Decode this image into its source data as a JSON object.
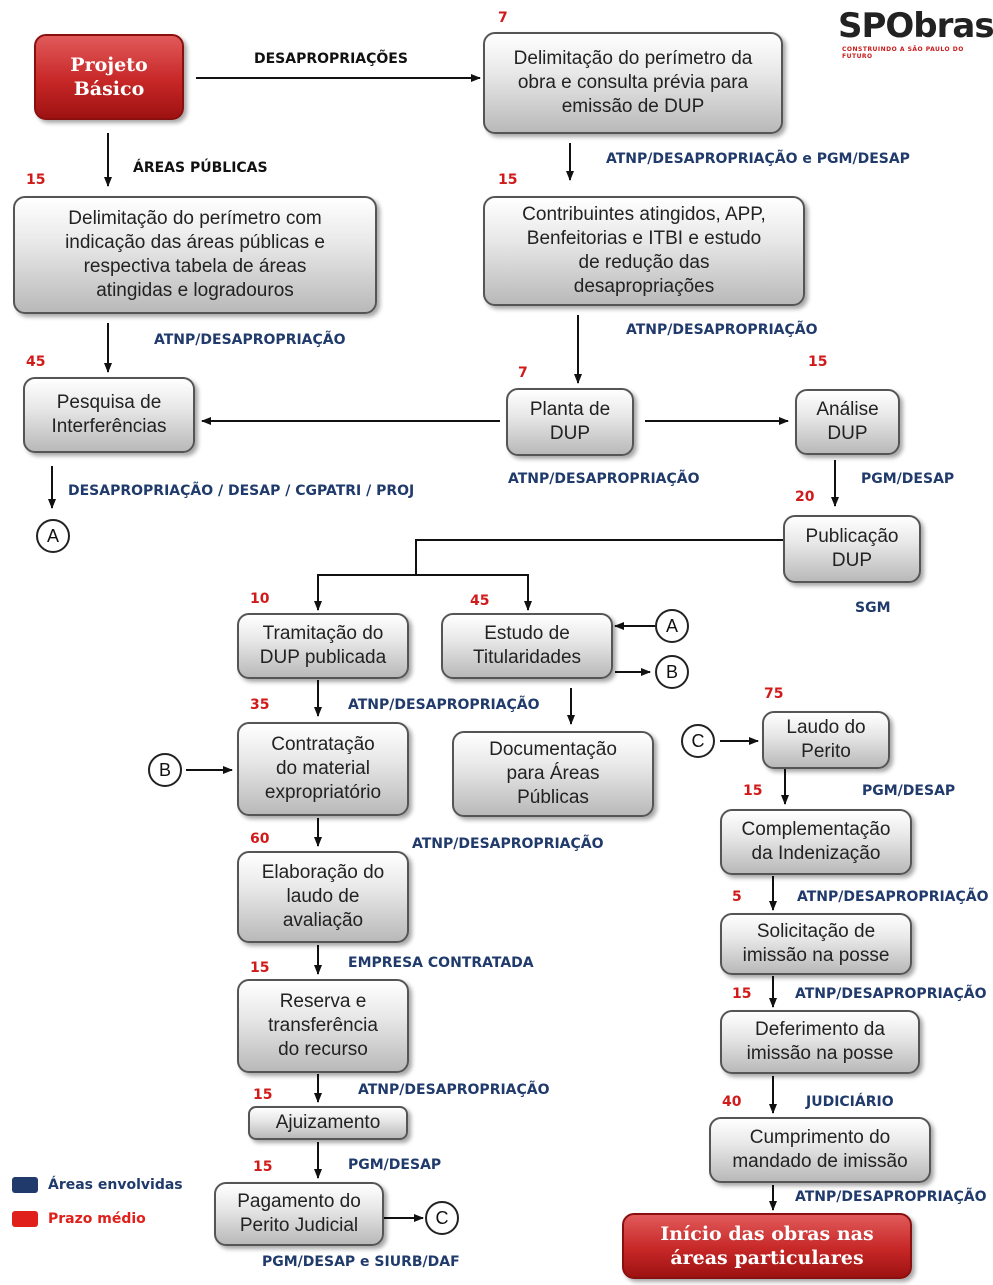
{
  "logo": {
    "text": "SPObras",
    "tagline": "CONSTRUINDO A SÃO PAULO DO FUTURO"
  },
  "boxes": {
    "projeto_basico": "Projeto\nBásico",
    "delimitacao_dup": "Delimitação do perímetro da\nobra e consulta prévia para\nemissão de DUP",
    "delimitacao_areas": "Delimitação do perímetro com\nindicação das áreas públicas e\nrespectiva tabela de áreas\natingidas e logradouros",
    "contribuintes": "Contribuintes atingidos, APP,\nBenfeitorias e ITBI e estudo\nde redução das\ndesapropriações",
    "pesquisa": "Pesquisa de\nInterferências",
    "planta": "Planta de\nDUP",
    "analise": "Análise\nDUP",
    "publicacao": "Publicação\nDUP",
    "tramitacao": "Tramitação do\nDUP publicada",
    "estudo": "Estudo de\nTitularidades",
    "documentacao": "Documentação\npara Áreas\nPúblicas",
    "contratacao": "Contratação\ndo material\nexpropriatório",
    "elaboracao": "Elaboração do\nlaudo de\navaliação",
    "reserva": "Reserva e\ntransferência\ndo recurso",
    "ajuizamento": "Ajuizamento",
    "pagamento": "Pagamento do\nPerito Judicial",
    "laudo_perito": "Laudo do\nPerito",
    "complementacao": "Complementação\nda Indenização",
    "solicitacao": "Solicitação de\nimissão na posse",
    "deferimento": "Deferimento da\nimissão na posse",
    "cumprimento": "Cumprimento do\nmandado de imissão",
    "inicio": "Início das obras nas\náreas particulares"
  },
  "labels": {
    "desapropriacoes": "DESAPROPRIAÇÕES",
    "areas_publicas": "ÁREAS PÚBLICAS",
    "atnp_pgm": "ATNP/DESAPROPRIAÇÃO e PGM/DESAP",
    "atnp_1": "ATNP/DESAPROPRIAÇÃO",
    "atnp_2": "ATNP/DESAPROPRIAÇÃO",
    "atnp_3": "ATNP/DESAPROPRIAÇÃO",
    "desap_chain": "DESAPROPRIAÇÃO / DESAP / CGPATRI / PROJ",
    "pgm_1": "PGM/DESAP",
    "sgm": "SGM",
    "atnp_4": "ATNP/DESAPROPRIAÇÃO",
    "atnp_5": "ATNP/DESAPROPRIAÇÃO",
    "empresa": "EMPRESA CONTRATADA",
    "atnp_6": "ATNP/DESAPROPRIAÇÃO",
    "pgm_2": "PGM/DESAP",
    "pgm_siurb": "PGM/DESAP e SIURB/DAF",
    "pgm_3": "PGM/DESAP",
    "atnp_7": "ATNP/DESAPROPRIAÇÃO",
    "atnp_8": "ATNP/DESAPROPRIAÇÃO",
    "judiciario": "JUDICIÁRIO",
    "atnp_9": "ATNP/DESAPROPRIAÇÃO"
  },
  "numbers": {
    "n_delim_dup": "7",
    "n_delim_areas": "15",
    "n_contribuintes": "15",
    "n_pesquisa": "45",
    "n_planta": "7",
    "n_analise": "15",
    "n_publicacao": "20",
    "n_tramitacao": "10",
    "n_estudo": "45",
    "n_contratacao": "35",
    "n_elaboracao": "60",
    "n_reserva": "15",
    "n_ajuizamento": "15",
    "n_pagamento": "15",
    "n_laudo": "75",
    "n_complementacao": "15",
    "n_solicitacao": "5",
    "n_deferimento": "15",
    "n_cumprimento": "40"
  },
  "connectors": {
    "A": "A",
    "B": "B",
    "C": "C"
  },
  "legend": {
    "areas": "Áreas envolvidas",
    "prazo": "Prazo médio",
    "areas_color": "#1f3a6b",
    "prazo_color": "#e0201b"
  }
}
